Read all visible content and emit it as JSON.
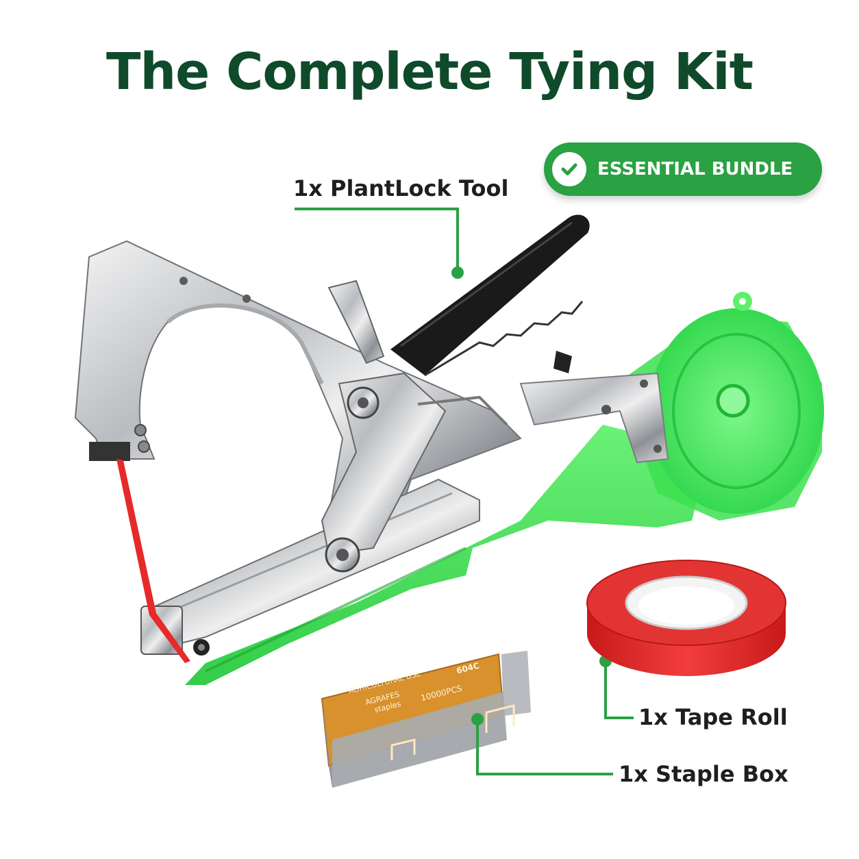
{
  "title": "The Complete Tying Kit",
  "badge": {
    "label": "ESSENTIAL BUNDLE",
    "icon": "check-circle-icon",
    "color": "#2aa142"
  },
  "callouts": {
    "tool": "1x PlantLock Tool",
    "tape": "1x Tape Roll",
    "staples": "1x Staple Box"
  },
  "staple_box_print": {
    "line1": "AGRICULTURAL USE",
    "line2": "AGRAFES",
    "line3": "staples",
    "code": "604C",
    "count": "10000PCS"
  },
  "colors": {
    "title": "#0f4a2a",
    "accent_green": "#2aa142",
    "tool_green": "#3fe04a",
    "tape_red": "#e62a2a",
    "box_orange": "#d88a2a"
  }
}
